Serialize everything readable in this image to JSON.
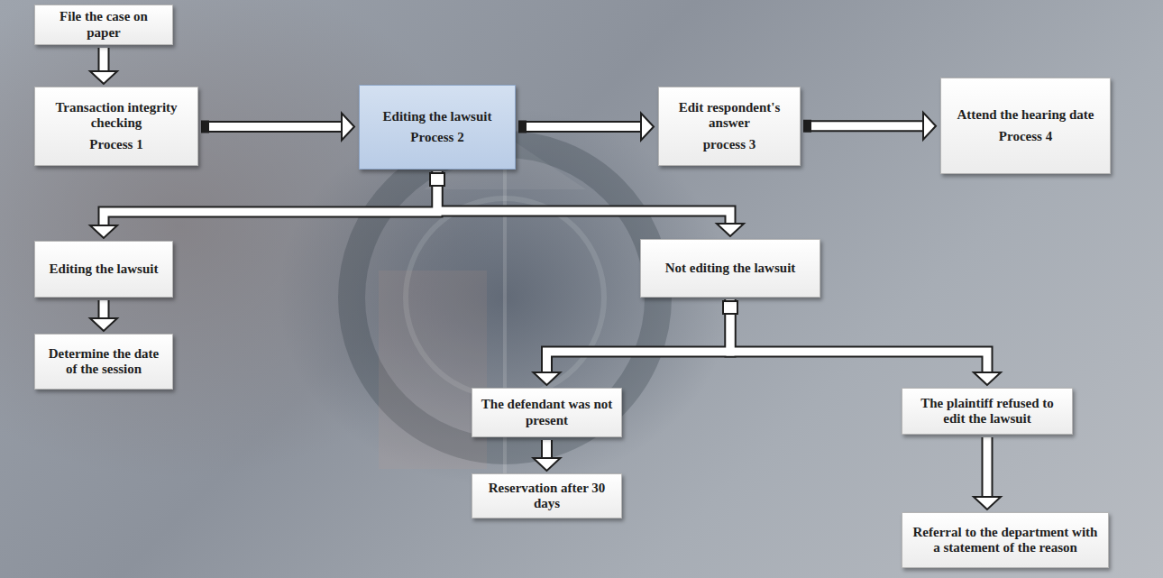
{
  "diagram": {
    "nodes": [
      {
        "text": [
          "File the case on paper"
        ]
      },
      {
        "text": [
          "Transaction integrity checking",
          "Process 1"
        ]
      },
      {
        "text": [
          "Editing the lawsuit",
          "Process 2"
        ]
      },
      {
        "text": [
          "Edit respondent's answer",
          "process 3"
        ]
      },
      {
        "text": [
          "Attend the hearing date",
          "Process 4"
        ]
      },
      {
        "text": [
          "Editing the lawsuit"
        ]
      },
      {
        "text": [
          "Determine the date of the session"
        ]
      },
      {
        "text": [
          "Not editing the lawsuit"
        ]
      },
      {
        "text": [
          "The defendant was not present"
        ]
      },
      {
        "text": [
          "Reservation after 30 days"
        ]
      },
      {
        "text": [
          "The plaintiff refused to edit the lawsuit"
        ]
      },
      {
        "text": [
          "Referral to the department with a statement of the reason"
        ]
      }
    ],
    "edges": [
      {
        "from": 0,
        "to": 1,
        "arrow": "to"
      },
      {
        "from": 1,
        "to": 2,
        "arrow": "to"
      },
      {
        "from": 2,
        "to": 3,
        "arrow": "to"
      },
      {
        "from": 3,
        "to": 4,
        "arrow": "to"
      },
      {
        "from": 2,
        "to": 5,
        "arrow": "to"
      },
      {
        "from": 2,
        "to": 7,
        "arrow": "to"
      },
      {
        "from": 5,
        "to": 6,
        "arrow": "to"
      },
      {
        "from": 7,
        "to": 8,
        "arrow": "to"
      },
      {
        "from": 7,
        "to": 10,
        "arrow": "to"
      },
      {
        "from": 8,
        "to": 9,
        "arrow": "to"
      },
      {
        "from": 10,
        "to": 11,
        "arrow": "to"
      }
    ]
  }
}
